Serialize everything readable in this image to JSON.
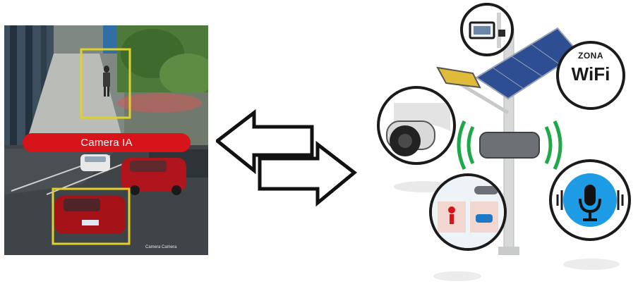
{
  "camera_view": {
    "badge_label": "Camera IA",
    "caption": "Camera  Camera"
  },
  "smart_pole": {
    "wifi_badge": {
      "top_text": "ZONA",
      "main_text": "WiFi"
    }
  },
  "colors": {
    "badge_red": "#d8141b",
    "detection_box": "#e0d12a",
    "signal_green": "#1fa84a",
    "mic_blue": "#1e9be5"
  }
}
